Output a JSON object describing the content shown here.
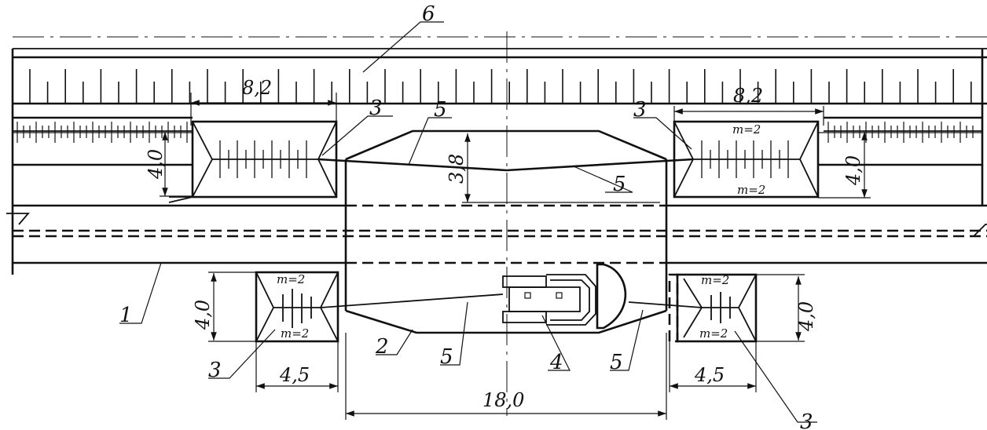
{
  "diagram": {
    "labels": {
      "l1": "1",
      "l2": "2",
      "l3_top_left": "3",
      "l3_top_right": "3",
      "l3_bottom_left": "3",
      "l3_bottom_right": "3",
      "l4": "4",
      "l5_top_left": "5",
      "l5_top_right": "5",
      "l5_bottom_left": "5",
      "l5_bottom_right": "5",
      "l6": "6"
    },
    "dimensions": {
      "width_top_left": "8,2",
      "width_top_right": "8,2",
      "depth_top_left": "4,0",
      "depth_top_right": "4,0",
      "depth_center": "3,8",
      "depth_bottom_left": "4,0",
      "depth_bottom_right": "4,0",
      "width_bottom_left": "4,5",
      "width_bottom_right": "4,5",
      "span_center": "18,0"
    },
    "slopes": {
      "top_right_upper": "m=2",
      "top_right_lower": "m=2",
      "bottom_left_upper": "m=2",
      "bottom_left_lower": "m=2",
      "bottom_right_upper": "m=2",
      "bottom_right_lower": "m=2"
    }
  }
}
